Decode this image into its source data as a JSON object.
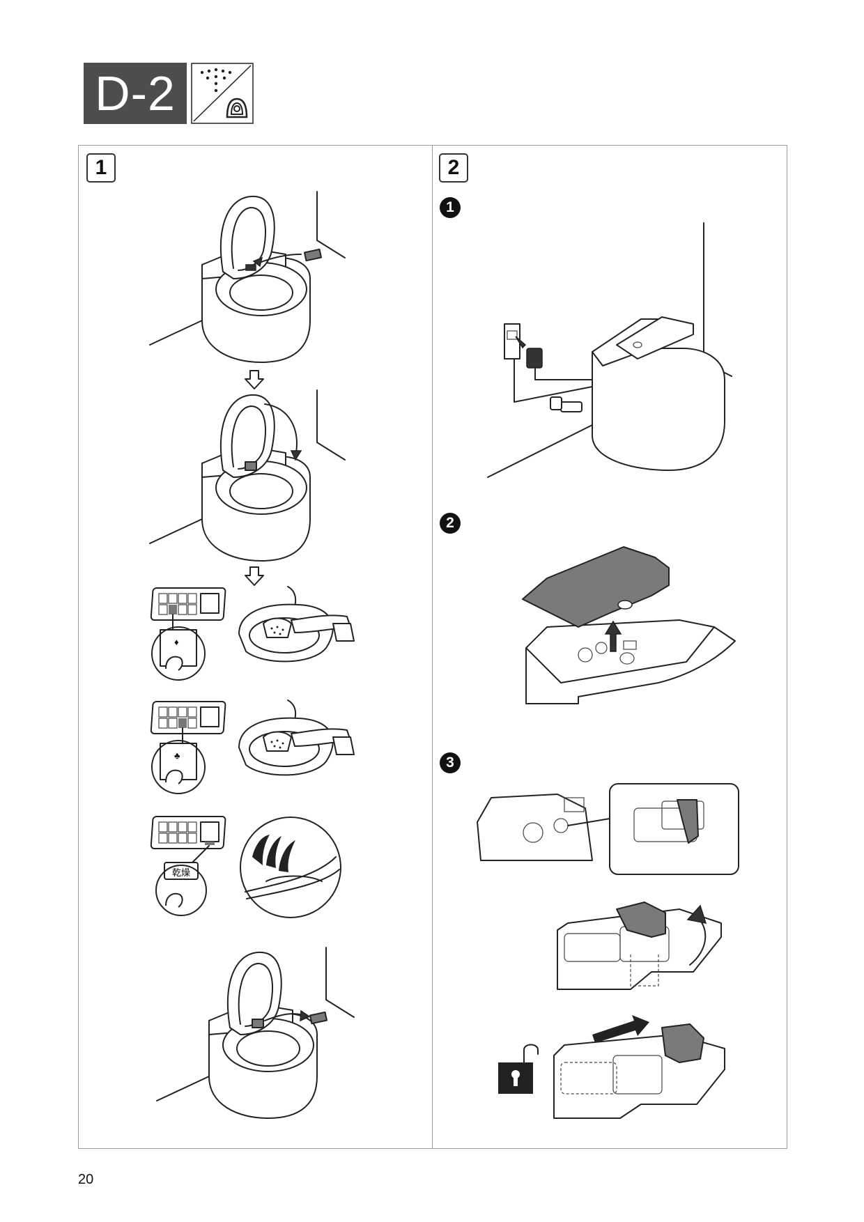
{
  "section": {
    "code": "D-2",
    "icon": "nozzle-cleaning-icon"
  },
  "steps": [
    {
      "number": "1"
    },
    {
      "number": "2",
      "substeps": [
        "1",
        "2",
        "3"
      ]
    }
  ],
  "panel_button_label": "乾燥",
  "page_number": "20"
}
